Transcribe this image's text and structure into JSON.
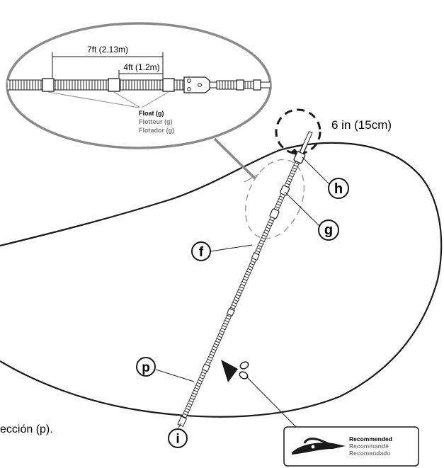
{
  "zoom_callout": {
    "dimension_long": "7ft (2.13m)",
    "dimension_short": "4ft (1.2m)",
    "float_label_en": "Float (g)",
    "float_label_fr": "Flotteur (g)",
    "float_label_es": "Flotador (g)"
  },
  "tip_length_label": "6 in (15cm)",
  "callout_letters": {
    "f": "f",
    "g": "g",
    "h": "h",
    "i": "i",
    "p": "p"
  },
  "cut_off_text": "ección (p).",
  "recommended_box": {
    "en": "Recommended",
    "fr": "Recommandé",
    "es": "Recomendado"
  },
  "colors": {
    "outline": "#1a1a1a",
    "lens_gray": "#8a8a8a",
    "dashed_gray": "#9a9a9a",
    "secondary_text": "#7a7a7a"
  }
}
